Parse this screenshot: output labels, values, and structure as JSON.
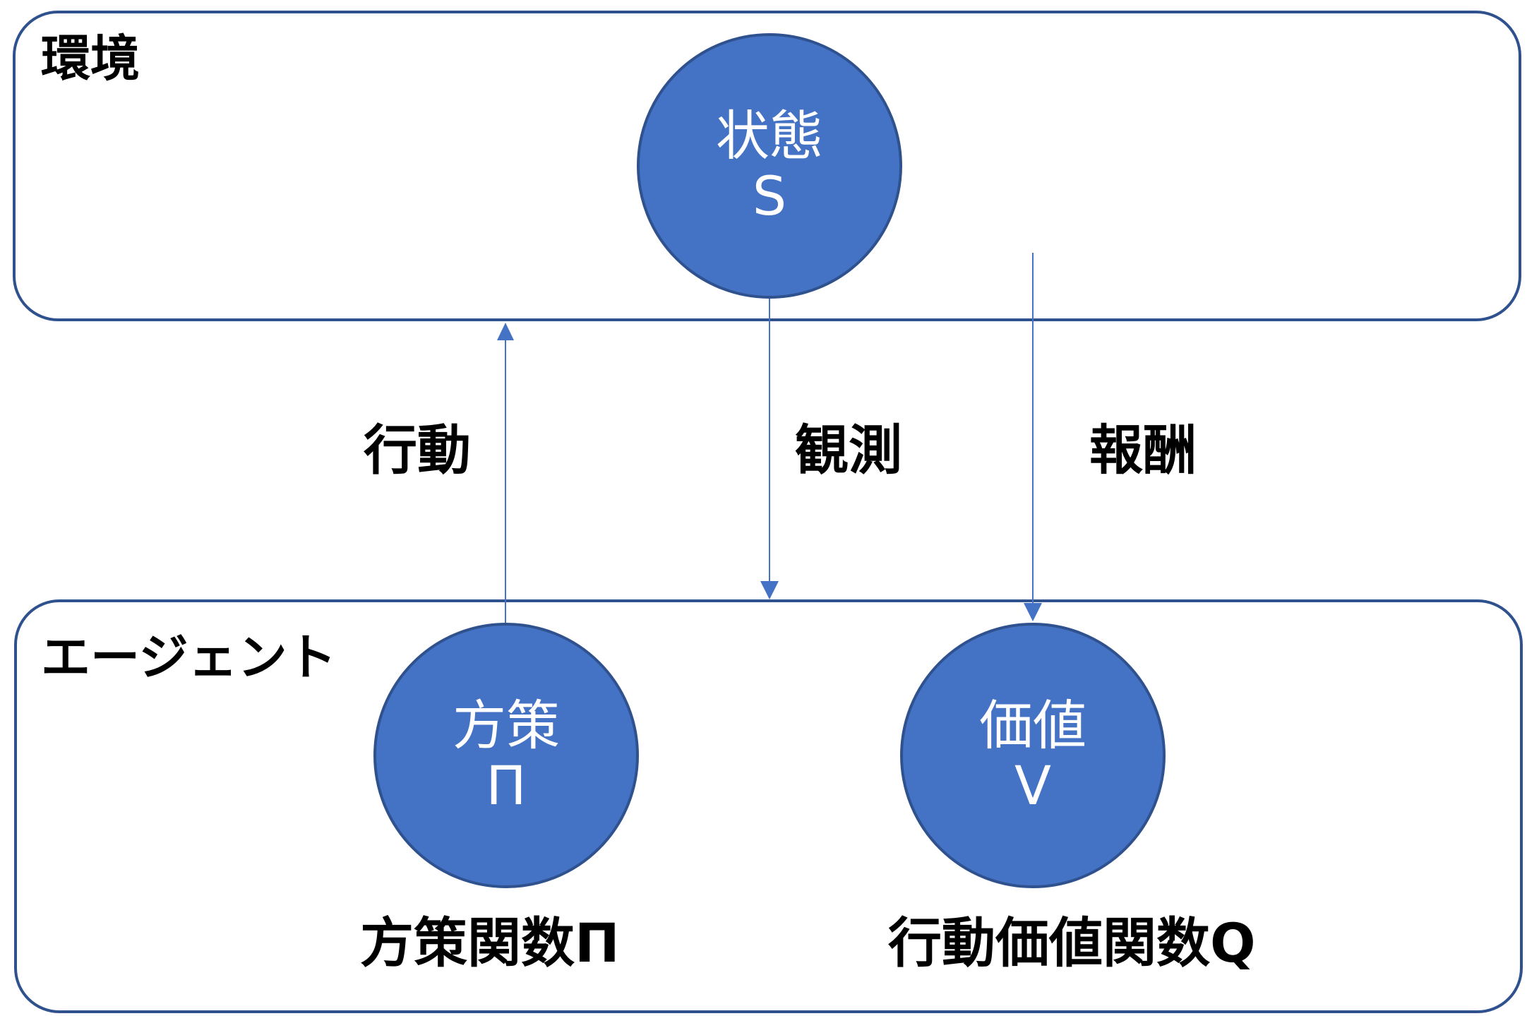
{
  "environment": {
    "title": "環境"
  },
  "agent": {
    "title": "エージェント"
  },
  "nodes": {
    "state": {
      "line1": "状態",
      "line2": "S"
    },
    "policy": {
      "line1": "方策",
      "line2": "Π"
    },
    "value": {
      "line1": "価値",
      "line2": "V"
    }
  },
  "edges": {
    "action": "行動",
    "observation": "観測",
    "reward": "報酬"
  },
  "captions": {
    "policy_function": "方策関数Π",
    "action_value_function": "行動価値関数Q"
  },
  "colors": {
    "node_fill": "#4472C4",
    "node_stroke": "#2F528F",
    "box_stroke": "#2F528F",
    "arrow": "#4472C4",
    "node_text": "#FFFFFF"
  }
}
